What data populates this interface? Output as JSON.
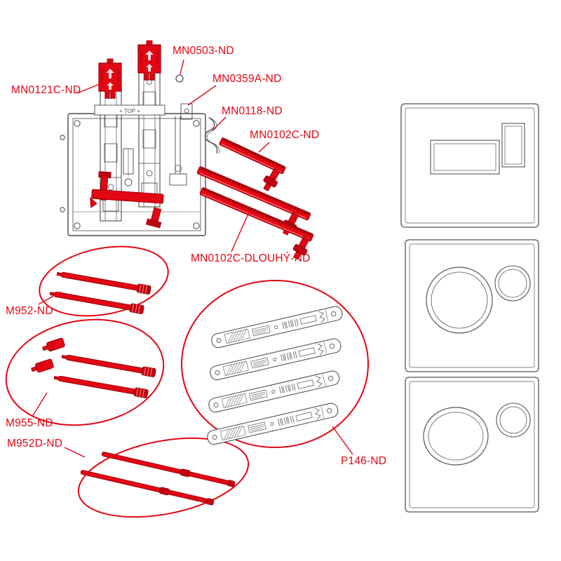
{
  "colors": {
    "accent_red": "#e30613",
    "dark_red": "#9b0009",
    "line_gray": "#4a4a4a",
    "plate_gray": "#555555"
  },
  "frame": {
    "top_marking": "+ TOP +"
  },
  "labels": {
    "mn0503": "MN0503-ND",
    "mn0121c": "MN0121C-ND",
    "mn0359a": "MN0359A-ND",
    "mn0118": "MN0118-ND",
    "mn0102c": "MN0102C-ND",
    "mn0102c_dlouhy": "MN0102C-DLOUHÝ-ND",
    "m952": "M952-ND",
    "m955": "M955-ND",
    "m952d": "M952D-ND",
    "p146": "P146-ND"
  }
}
